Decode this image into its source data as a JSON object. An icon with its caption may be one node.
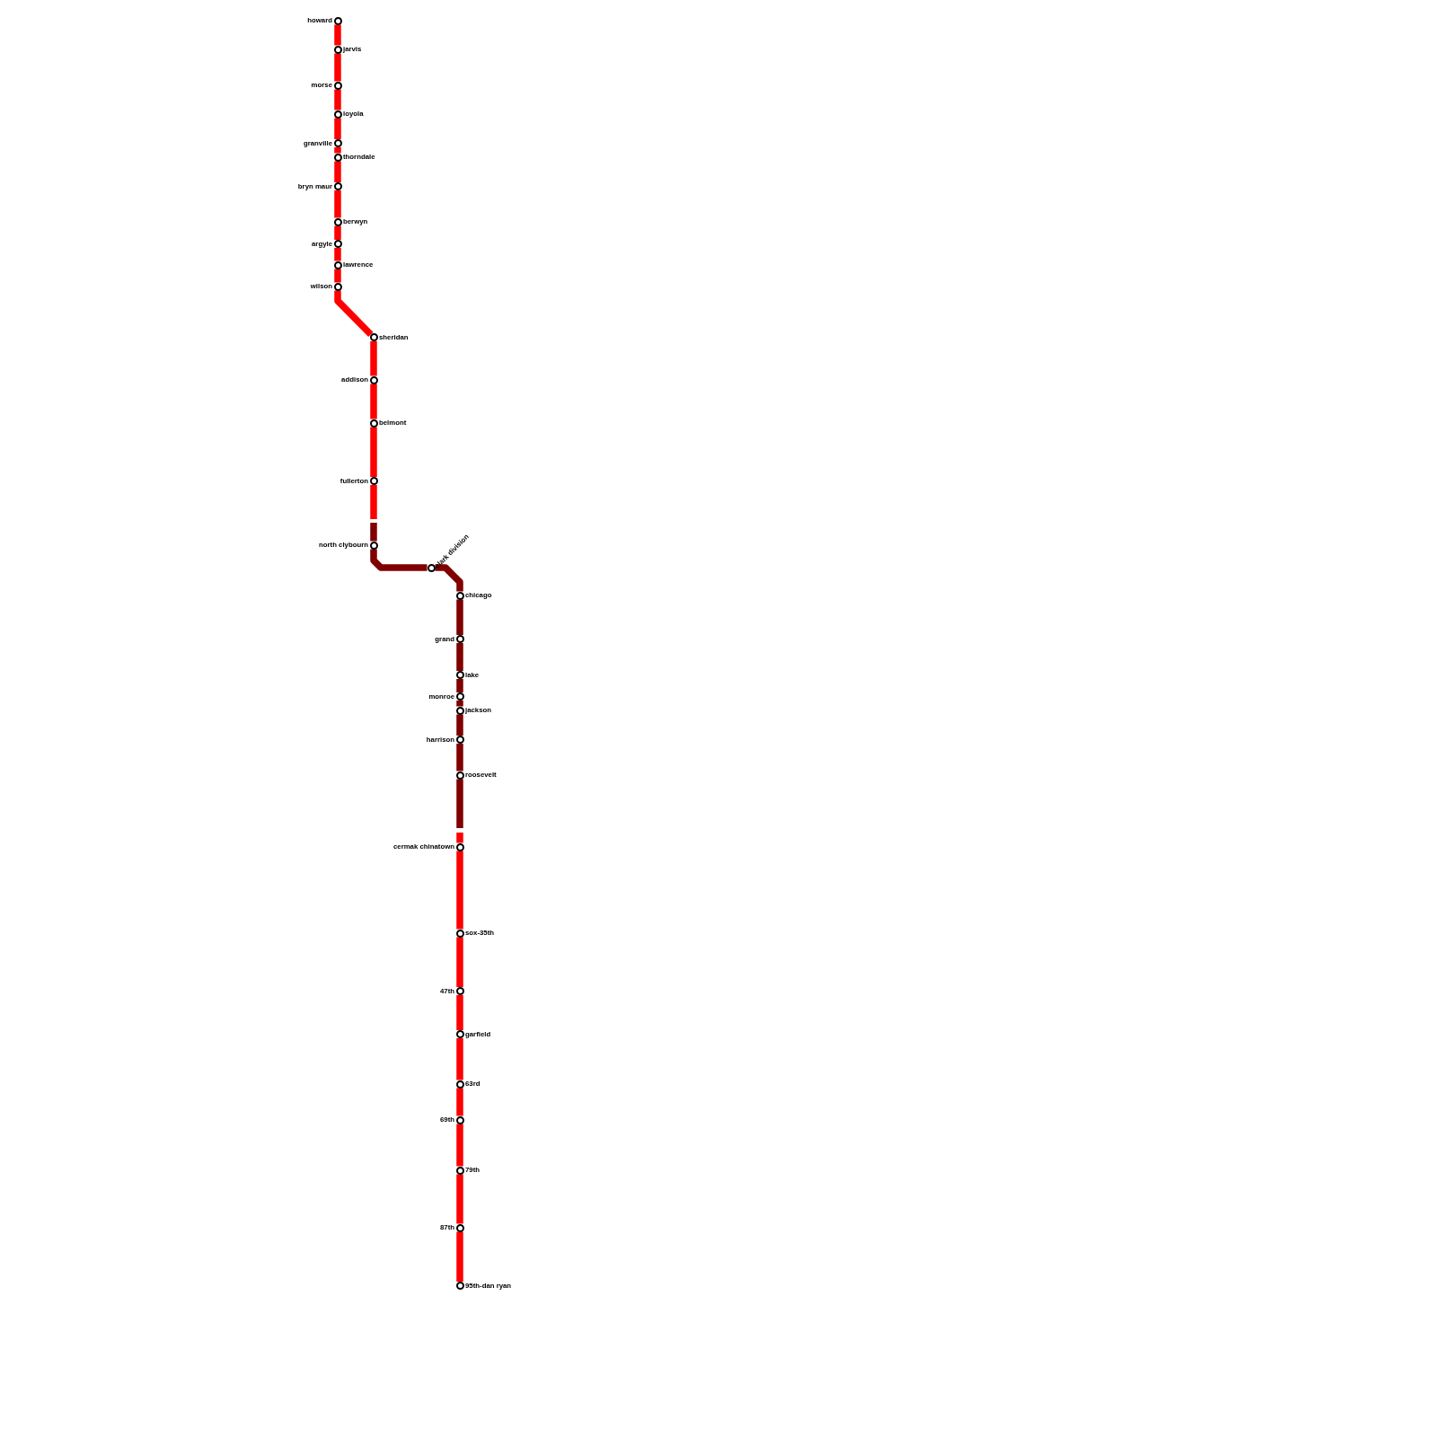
{
  "diagram": {
    "nodes": [
      {
        "text": [],
        "shape": "circle",
        "beside": [
          "howard"
        ]
      },
      {
        "text": [],
        "shape": "circle",
        "beside": [
          "jarvis"
        ]
      },
      {
        "text": [],
        "shape": "circle",
        "beside": [
          "morse"
        ]
      },
      {
        "text": [],
        "shape": "circle",
        "beside": [
          "loyola"
        ]
      },
      {
        "text": [],
        "shape": "circle",
        "beside": [
          "granville"
        ]
      },
      {
        "text": [],
        "shape": "circle",
        "beside": [
          "thorndale"
        ]
      },
      {
        "text": [],
        "shape": "circle",
        "beside": [
          "bryn maur"
        ]
      },
      {
        "text": [],
        "shape": "circle",
        "beside": [
          "berwyn"
        ]
      },
      {
        "text": [],
        "shape": "circle",
        "beside": [
          "argyle"
        ]
      },
      {
        "text": [],
        "shape": "circle",
        "beside": [
          "lawrence"
        ]
      },
      {
        "text": [],
        "shape": "circle",
        "beside": [
          "wilson"
        ]
      },
      {
        "text": [],
        "shape": "circle",
        "beside": [
          "sheridan"
        ]
      },
      {
        "text": [],
        "shape": "circle",
        "beside": [
          "addison"
        ]
      },
      {
        "text": [],
        "shape": "circle",
        "beside": [
          "belmont"
        ]
      },
      {
        "text": [],
        "shape": "circle",
        "beside": [
          "fullerton"
        ]
      },
      {
        "text": [],
        "shape": "circle",
        "beside": [
          "north clybourn"
        ]
      },
      {
        "text": [],
        "shape": "circle",
        "beside": [
          "clark division"
        ]
      },
      {
        "text": [],
        "shape": "circle",
        "beside": [
          "chicago"
        ]
      },
      {
        "text": [],
        "shape": "circle",
        "beside": [
          "grand"
        ]
      },
      {
        "text": [],
        "shape": "circle",
        "beside": [
          "lake"
        ]
      },
      {
        "text": [],
        "shape": "circle",
        "beside": [
          "monroe"
        ]
      },
      {
        "text": [],
        "shape": "circle",
        "beside": [
          "jackson"
        ]
      },
      {
        "text": [],
        "shape": "circle",
        "beside": [
          "harrison"
        ]
      },
      {
        "text": [],
        "shape": "circle",
        "beside": [
          "roosevelt"
        ]
      },
      {
        "text": [],
        "shape": "circle",
        "beside": [
          "cermak chinatown"
        ]
      },
      {
        "text": [],
        "shape": "circle",
        "beside": [
          "sox-35th"
        ]
      },
      {
        "text": [],
        "shape": "circle",
        "beside": [
          "47th"
        ]
      },
      {
        "text": [],
        "shape": "circle",
        "beside": [
          "garfield"
        ]
      },
      {
        "text": [],
        "shape": "circle",
        "beside": [
          "63rd"
        ]
      },
      {
        "text": [],
        "shape": "circle",
        "beside": [
          "69th"
        ]
      },
      {
        "text": [],
        "shape": "circle",
        "beside": [
          "79th"
        ]
      },
      {
        "text": [],
        "shape": "circle",
        "beside": [
          "87th"
        ]
      },
      {
        "text": [],
        "shape": "circle",
        "beside": [
          "95th-dan ryan"
        ]
      }
    ],
    "edges": [
      {
        "from": 0,
        "to": 1,
        "arrow": "none"
      },
      {
        "from": 1,
        "to": 2,
        "arrow": "none"
      },
      {
        "from": 2,
        "to": 3,
        "arrow": "none"
      },
      {
        "from": 3,
        "to": 4,
        "arrow": "none"
      },
      {
        "from": 4,
        "to": 5,
        "arrow": "none"
      },
      {
        "from": 5,
        "to": 6,
        "arrow": "none"
      },
      {
        "from": 6,
        "to": 7,
        "arrow": "none"
      },
      {
        "from": 7,
        "to": 8,
        "arrow": "none"
      },
      {
        "from": 8,
        "to": 9,
        "arrow": "none"
      },
      {
        "from": 9,
        "to": 10,
        "arrow": "none"
      },
      {
        "from": 10,
        "to": 11,
        "arrow": "none"
      },
      {
        "from": 11,
        "to": 12,
        "arrow": "none"
      },
      {
        "from": 12,
        "to": 13,
        "arrow": "none"
      },
      {
        "from": 13,
        "to": 14,
        "arrow": "none"
      },
      {
        "from": 14,
        "to": 15,
        "arrow": "none",
        "color": "#800000"
      },
      {
        "from": 15,
        "to": 16,
        "arrow": "none",
        "color": "#800000"
      },
      {
        "from": 16,
        "to": 17,
        "arrow": "none",
        "color": "#800000"
      },
      {
        "from": 17,
        "to": 18,
        "arrow": "none",
        "color": "#800000"
      },
      {
        "from": 18,
        "to": 19,
        "arrow": "none",
        "color": "#800000"
      },
      {
        "from": 19,
        "to": 20,
        "arrow": "none",
        "color": "#800000"
      },
      {
        "from": 20,
        "to": 21,
        "arrow": "none",
        "color": "#800000"
      },
      {
        "from": 21,
        "to": 22,
        "arrow": "none",
        "color": "#800000"
      },
      {
        "from": 22,
        "to": 23,
        "arrow": "none",
        "color": "#800000"
      },
      {
        "from": 23,
        "to": 24,
        "arrow": "none"
      },
      {
        "from": 24,
        "to": 25,
        "arrow": "none"
      },
      {
        "from": 25,
        "to": 26,
        "arrow": "none"
      },
      {
        "from": 26,
        "to": 27,
        "arrow": "none"
      },
      {
        "from": 27,
        "to": 28,
        "arrow": "none"
      },
      {
        "from": 28,
        "to": 29,
        "arrow": "none"
      },
      {
        "from": 29,
        "to": 30,
        "arrow": "none"
      },
      {
        "from": 30,
        "to": 31,
        "arrow": "none"
      },
      {
        "from": 31,
        "to": 32,
        "arrow": "none"
      }
    ]
  }
}
